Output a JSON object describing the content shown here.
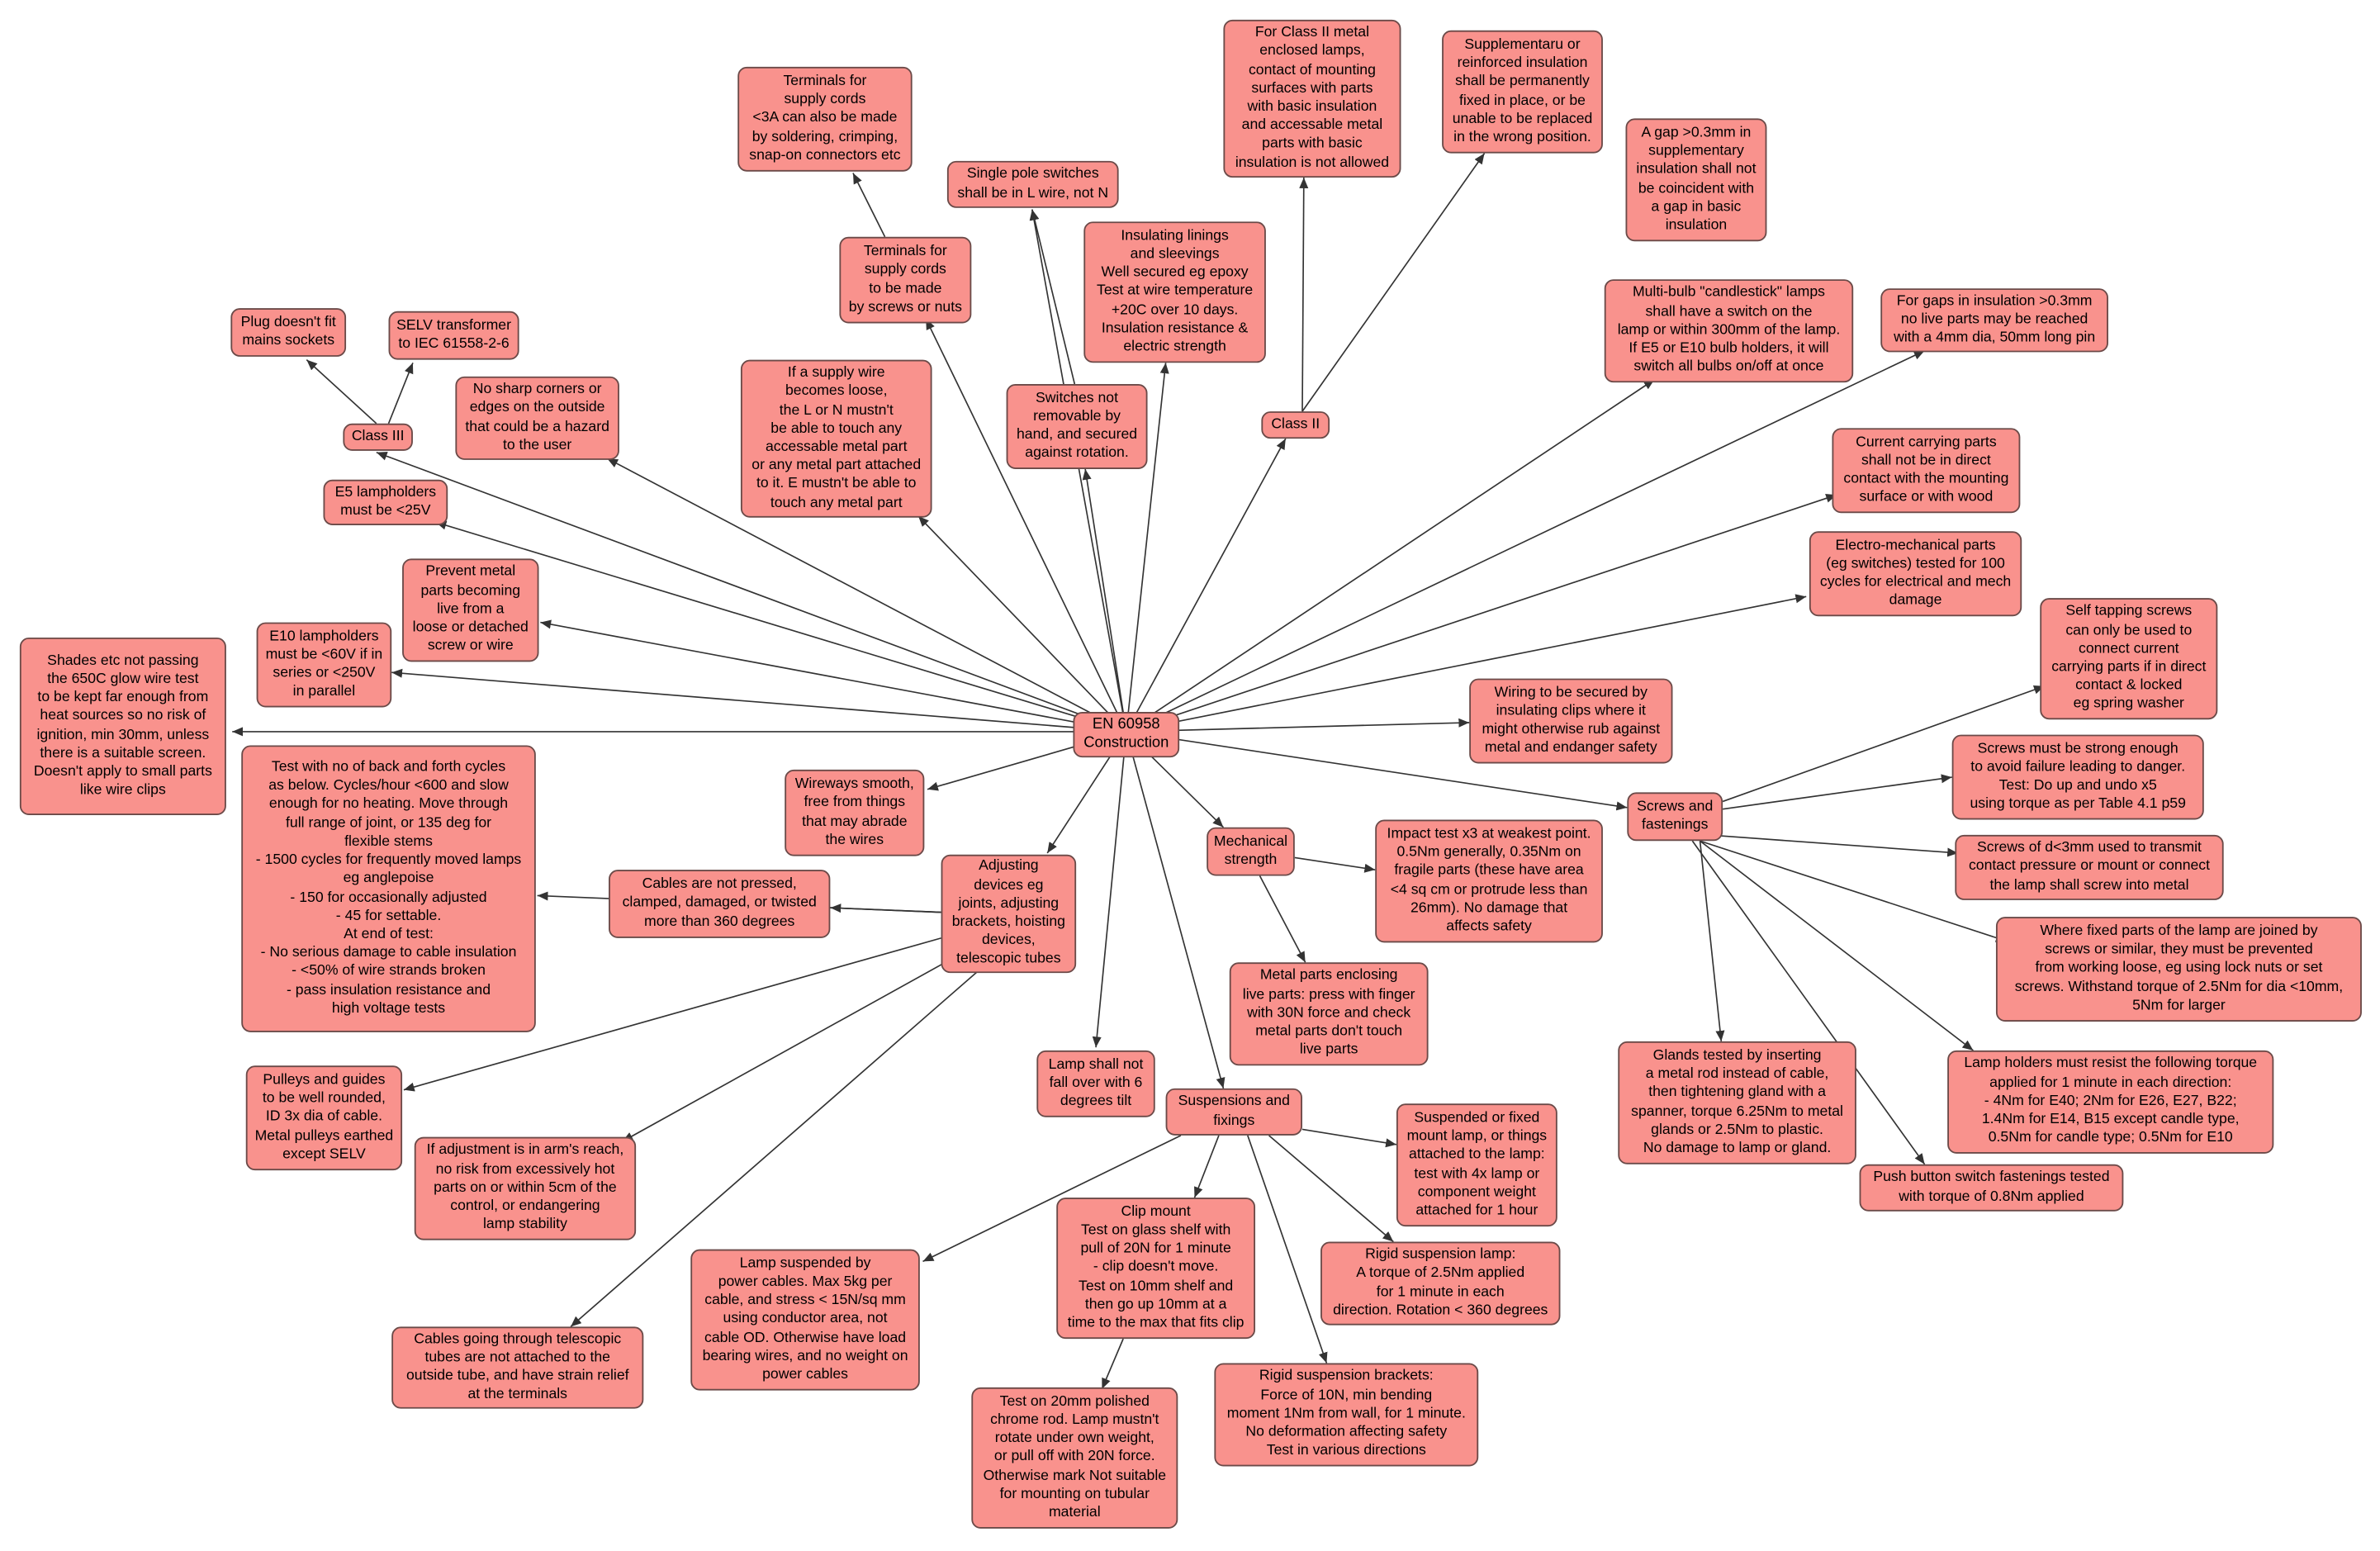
{
  "map_title": "EN 60958 Construction",
  "colors": {
    "node_fill": "#f9928d",
    "node_border": "#6b4a48",
    "edge": "#333333"
  },
  "nodes": {
    "root": "EN 60958\nConstruction",
    "class3": "Class III",
    "plug": "Plug doesn't fit\nmains sockets",
    "selv": "SELV transformer\nto IEC 61558-2-6",
    "sharp": "No sharp corners or\nedges on the outside\nthat could be a hazard\nto the user",
    "e5": "E5 lampholders\nmust be <25V",
    "prevent": "Prevent metal\nparts becoming\nlive from a\nloose or detached\nscrew or wire",
    "e10": "E10 lampholders\nmust be <60V if in\nseries or <250V\nin parallel",
    "shades": "Shades etc not passing\nthe 650C glow wire test\nto be kept far enough from\nheat sources so no risk of\nignition, min 30mm, unless\nthere is a suitable screen.\nDoesn't apply to small parts\nlike wire clips",
    "term_small": "Terminals for\nsupply cords\n<3A can also be made\nby soldering, crimping,\nsnap-on connectors etc",
    "term_screw": "Terminals for\nsupply cords\nto be made\nby screws or nuts",
    "loose_wire": "If a supply wire\nbecomes loose,\nthe L or N mustn't\nbe able to touch any\naccessable metal part\nor any metal part attached\nto it. E mustn't be able to\ntouch any metal part",
    "single_pole": "Single pole switches\nshall be in L wire, not N",
    "switch_rot": "Switches not\nremovable by\nhand, and secured\nagainst rotation.",
    "linings": "Insulating linings\nand sleevings\nWell secured eg epoxy\nTest at wire temperature\n+20C over 10 days.\nInsulation resistance &\nelectric strength",
    "class2": "Class II",
    "class2_metal": "For Class II metal\nenclosed lamps,\ncontact of mounting\nsurfaces with parts\nwith basic insulation\nand accessable metal\nparts with basic\ninsulation is not allowed",
    "supp": "Supplementaru or\nreinforced insulation\nshall be permanently\nfixed in place, or be\nunable to be replaced\nin the wrong position.",
    "gap": "A gap >0.3mm in\nsupplementary\ninsulation shall not\nbe coincident with\na gap in basic\ninsulation",
    "multibulb": "Multi-bulb \"candlestick\" lamps\nshall have a switch on the\nlamp or within 300mm of the lamp.\nIf E5 or E10 bulb holders, it will\nswitch all bulbs on/off at once",
    "gaps_pin": "For gaps in insulation >0.3mm\nno live parts may be reached\nwith a 4mm dia, 50mm long pin",
    "current": "Current carrying parts\nshall not be in direct\ncontact with the mounting\nsurface or with wood",
    "electro": "Electro-mechanical parts\n(eg switches) tested for 100\ncycles for electrical and mech\ndamage",
    "wiring_clip": "Wiring to be secured by\ninsulating clips where it\nmight otherwise rub against\nmetal and endanger safety",
    "screws": "Screws and\nfastenings",
    "self_tap": "Self tapping screws\ncan only be used to\nconnect current\ncarrying parts if in direct\ncontact & locked\neg spring washer",
    "strong": "Screws must be strong enough\nto avoid failure leading to danger.\nTest: Do up and undo x5\nusing torque as per Table 4.1 p59",
    "d3mm": "Screws of d<3mm used to transmit\ncontact pressure or mount or connect\nthe lamp shall screw into metal",
    "fixed_parts": "Where fixed parts of the lamp are joined by\nscrews or similar, they must be prevented\nfrom working loose, eg using lock nuts or set\nscrews. Withstand torque of 2.5Nm for dia <10mm,\n5Nm for larger",
    "glands": "Glands tested by inserting\na metal rod instead of cable,\nthen tightening gland with a\nspanner, torque 6.25Nm to metal\nglands or 2.5Nm to plastic.\nNo damage to lamp or gland.",
    "lampholders_torque": "Lamp holders must resist the following torque\napplied for 1 minute in each direction:\n- 4Nm for E40; 2Nm for E26, E27, B22;\n1.4Nm for E14, B15 except candle type,\n0.5Nm for candle type; 0.5Nm for E10",
    "push_button": "Push button switch fastenings tested\nwith torque of 0.8Nm applied",
    "cycles_test": "Test with no of back and forth cycles\nas below. Cycles/hour <600 and slow\nenough for no heating. Move through\nfull range of joint, or 135 deg for\nflexible stems\n- 1500 cycles for frequently moved lamps\neg anglepoise\n- 150 for occasionally adjusted\n- 45 for settable.\nAt end of test:\n- No serious damage to cable insulation\n- <50% of wire strands broken\n- pass insulation resistance and\nhigh voltage tests",
    "cables_pressed": "Cables are not pressed,\nclamped, damaged, or twisted\nmore than 360 degrees",
    "wireways": "Wireways smooth,\nfree from things\nthat may abrade\nthe wires",
    "adjusting": "Adjusting\ndevices eg\njoints, adjusting\nbrackets, hoisting\ndevices,\ntelescopic tubes",
    "pulleys": "Pulleys and guides\nto be well rounded,\nID 3x dia of cable.\nMetal pulleys earthed\nexcept SELV",
    "arms_reach": "If adjustment is in arm's reach,\nno risk from excessively hot\nparts on or within 5cm of the\ncontrol, or endangering\nlamp stability",
    "telescopic": "Cables going through telescopic\ntubes are not attached to the\noutside tube, and have strain relief\nat the terminals",
    "lamp_tilt": "Lamp shall not\nfall over with 6\ndegrees tilt",
    "mech": "Mechanical\nstrength",
    "impact": "Impact test x3 at weakest point.\n0.5Nm generally, 0.35Nm on\nfragile parts (these have area\n<4 sq cm or protrude less than\n26mm). No damage that\naffects safety",
    "metal_enclosing": "Metal parts enclosing\nlive parts: press with finger\nwith 30N force and check\nmetal parts don't touch\nlive parts",
    "suspensions": "Suspensions and\nfixings",
    "susp_fixed": "Suspended or fixed\nmount lamp, or things\nattached to the lamp:\ntest with 4x lamp or\ncomponent weight\nattached for 1 hour",
    "rigid_lamp": "Rigid suspension lamp:\nA torque of 2.5Nm applied\nfor 1 minute in each\ndirection. Rotation < 360 degrees",
    "rigid_brackets": "Rigid suspension brackets:\nForce of 10N, min bending\nmoment 1Nm from wall, for 1 minute.\nNo deformation affecting safety\nTest in various directions",
    "clip_mount": "Clip mount\nTest on glass shelf with\npull of 20N for 1 minute\n- clip doesn't move.\nTest on 10mm shelf and\nthen go up 10mm at a\ntime to the max that fits clip",
    "power_cables": "Lamp suspended by\npower cables. Max 5kg per\ncable, and stress < 15N/sq mm\nusing  conductor area, not\ncable OD. Otherwise have load\nbearing wires, and no weight on\npower cables",
    "chrome_rod": "Test on 20mm polished\nchrome rod. Lamp mustn't\nrotate under own weight,\nor pull off with 20N force.\nOtherwise mark Not suitable\nfor mounting on tubular\nmaterial"
  }
}
